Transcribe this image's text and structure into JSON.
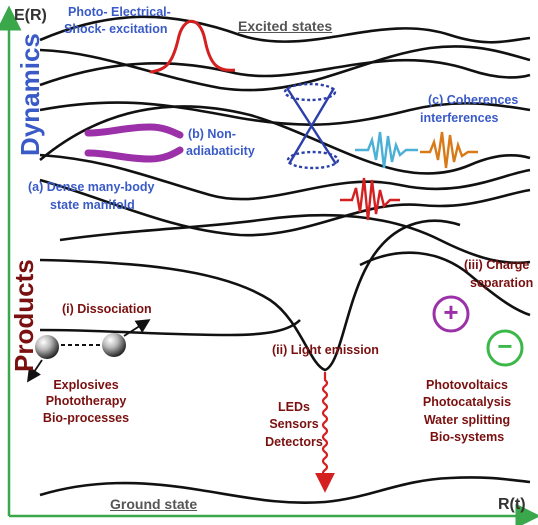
{
  "axes": {
    "y_label": "E(R)",
    "x_label": "R(t)"
  },
  "side_labels": {
    "dynamics": "Dynamics",
    "products": "Products"
  },
  "states": {
    "excited": "Excited states",
    "ground": "Ground state"
  },
  "excitation": {
    "line1": "Photo- Electrical-",
    "line2": "Shock- excitation"
  },
  "annotations": {
    "a_line1": "(a) Dense many-body",
    "a_line2": "state manifold",
    "b_line1": "(b) Non-",
    "b_line2": "adiabaticity",
    "c_line1": "(c) Coherences",
    "c_line2": "interferences"
  },
  "products": {
    "dissociation": "(i) Dissociation",
    "light_emission": "(ii) Light emission",
    "charge_line1": "(iii) Charge",
    "charge_line2": "separation"
  },
  "applications": {
    "dissociation": [
      "Explosives",
      "Phototherapy",
      "Bio-processes"
    ],
    "emission": [
      "LEDs",
      "Sensors",
      "Detectors"
    ],
    "charge": [
      "Photovoltaics",
      "Photocatalysis",
      "Water splitting",
      "Bio-systems"
    ]
  },
  "charges": {
    "plus": "+",
    "minus": "−"
  },
  "colors": {
    "axis_green": "#3aa84a",
    "blue_text": "#3a5bc7",
    "dark_red_text": "#7a1010",
    "excitation_red": "#d42020",
    "purple": "#9b30a8",
    "cone_blue": "#2d3fa8",
    "cyan_packet": "#4ab0d8",
    "orange_packet": "#d87a18",
    "minus_green": "#3cb84a"
  }
}
